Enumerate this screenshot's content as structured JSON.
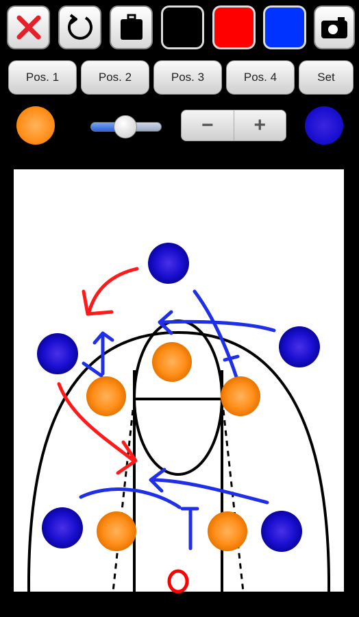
{
  "toolbar": {
    "tools": [
      {
        "name": "clear-icon"
      },
      {
        "name": "undo-icon"
      },
      {
        "name": "briefcase-icon"
      },
      {
        "name": "pen-black",
        "color": "#000000"
      },
      {
        "name": "pen-red",
        "color": "#ff0000"
      },
      {
        "name": "pen-blue",
        "color": "#0033ff"
      },
      {
        "name": "camera-icon"
      }
    ]
  },
  "positions": {
    "pos1": "Pos. 1",
    "pos2": "Pos. 2",
    "pos3": "Pos. 3",
    "pos4": "Pos. 4",
    "set": "Set"
  },
  "controls": {
    "left_token_color": "#ff8f1a",
    "right_token_color": "#1a0fd0",
    "brush_size_level": 0.5,
    "minus": "−",
    "plus": "+"
  },
  "colors": {
    "court_bg": "#ffffff",
    "court_line": "#000000",
    "offense": "#ff8f1a",
    "defense": "#1a0fd0",
    "red_stroke": "#ff0000",
    "blue_stroke": "#0033ff"
  }
}
